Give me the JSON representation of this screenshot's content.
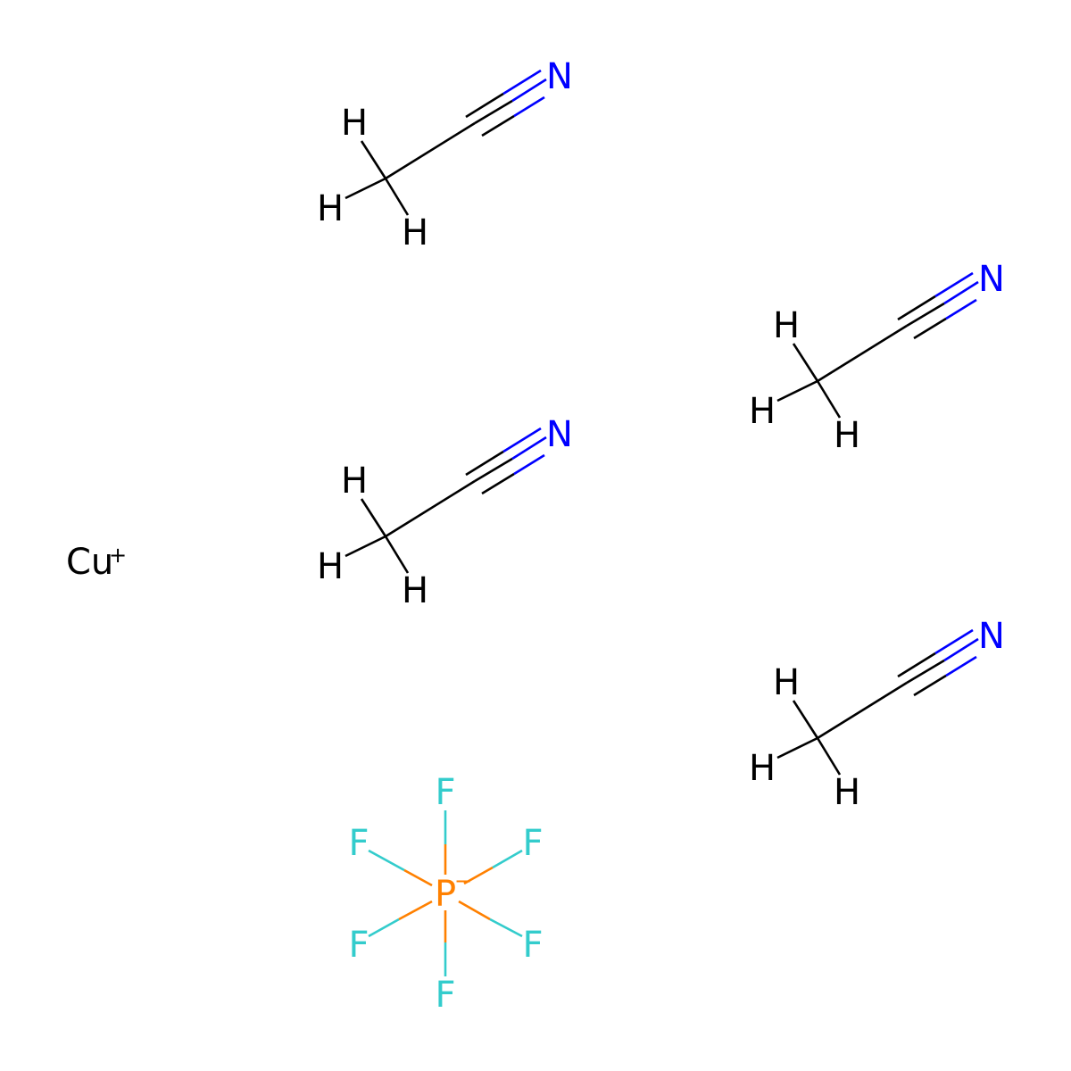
{
  "colors": {
    "carbon": "#000000",
    "hydrogen": "#000000",
    "nitrogen": "#0000FF",
    "phosphorus": "#FF8000",
    "fluorine": "#33CCCC",
    "copper": "#000000"
  },
  "labels": {
    "hydrogen": "H",
    "nitrogen": "N",
    "phosphorus": "P",
    "fluorine": "F",
    "copper": "Cu",
    "plus": "+",
    "minus": "−"
  },
  "molecules": [
    {
      "name": "acetonitrile-1"
    },
    {
      "name": "acetonitrile-2"
    },
    {
      "name": "acetonitrile-3"
    },
    {
      "name": "acetonitrile-4"
    },
    {
      "name": "hexafluorophosphate"
    },
    {
      "name": "copper-cation"
    }
  ]
}
